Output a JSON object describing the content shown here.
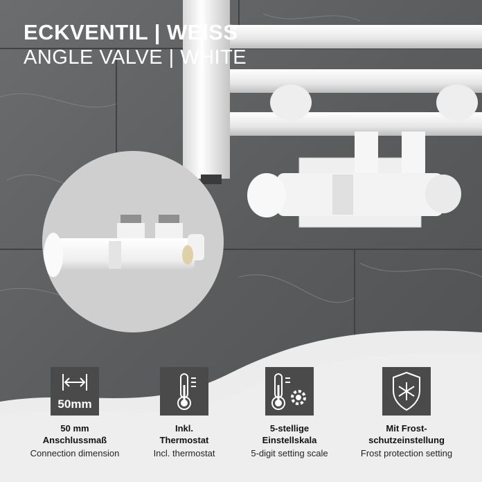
{
  "title": {
    "line1": "ECKVENTIL | WEISS",
    "line2": "ANGLE VALVE | WHITE"
  },
  "features": [
    {
      "icon": "width-arrows-icon",
      "icon_label": "50mm",
      "title": "50 mm",
      "title2": "Anschlussmaß",
      "subtitle": "Connection dimension"
    },
    {
      "icon": "thermometer-icon",
      "title": "Inkl.",
      "title2": "Thermostat",
      "subtitle": "Incl. thermostat"
    },
    {
      "icon": "thermometer-gear-icon",
      "title": "5-stellige",
      "title2": "Einstellskala",
      "subtitle": "5-digit setting scale"
    },
    {
      "icon": "snowflake-shield-icon",
      "title": "Mit Frost-",
      "title2": "schutzeinstellung",
      "subtitle": "Frost protection setting"
    }
  ],
  "colors": {
    "tile": "#5d5f60",
    "wave": "#ececec",
    "icon_bg": "#4a4a4a",
    "valve": "#f4f4f4"
  }
}
